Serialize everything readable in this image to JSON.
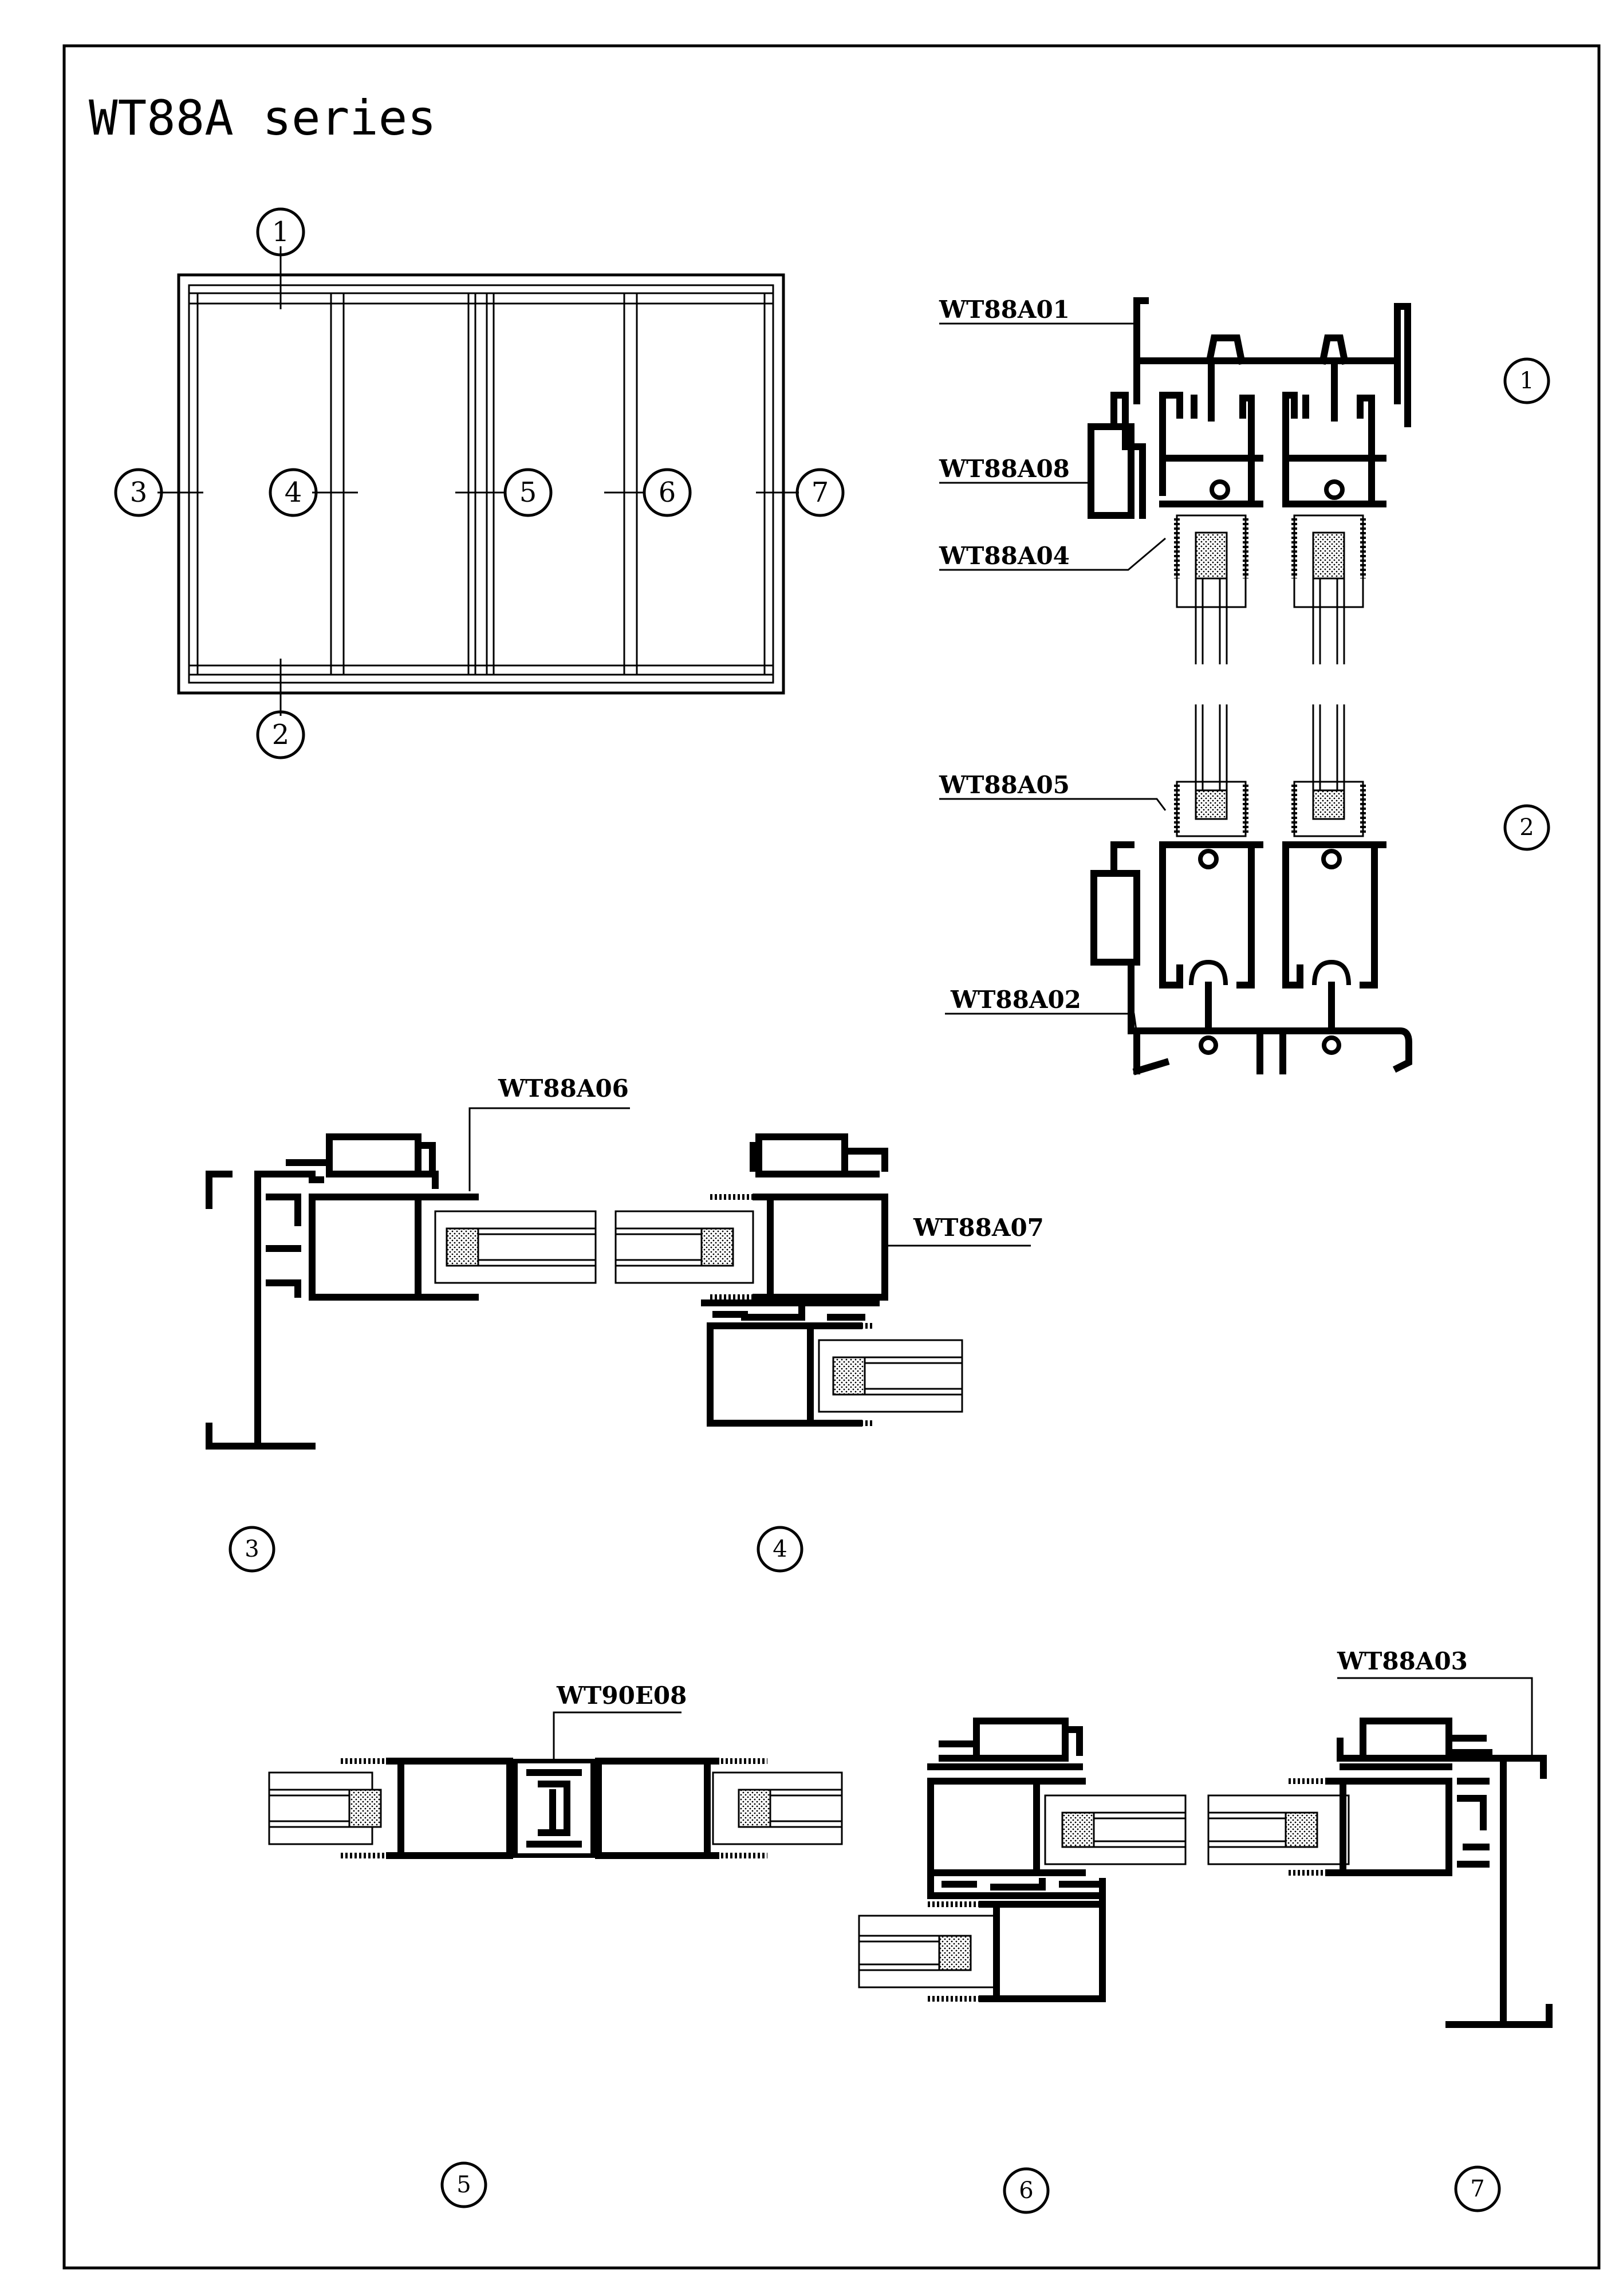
{
  "title": "WT88A series",
  "elevation": {
    "callouts": [
      "1",
      "2",
      "3",
      "4",
      "5",
      "6",
      "7"
    ]
  },
  "section_1": {
    "number": "1",
    "labels": [
      "WT88A01",
      "WT88A08",
      "WT88A04"
    ]
  },
  "section_2": {
    "number": "2",
    "labels": [
      "WT88A05",
      "WT88A02"
    ]
  },
  "section_3": {
    "number": "3",
    "labels": [
      "WT88A06"
    ]
  },
  "section_4": {
    "number": "4",
    "labels": [
      "WT88A07"
    ]
  },
  "section_5": {
    "number": "5",
    "labels": [
      "WT90E08"
    ]
  },
  "section_6": {
    "number": "6"
  },
  "section_7": {
    "number": "7",
    "labels": [
      "WT88A03"
    ]
  }
}
